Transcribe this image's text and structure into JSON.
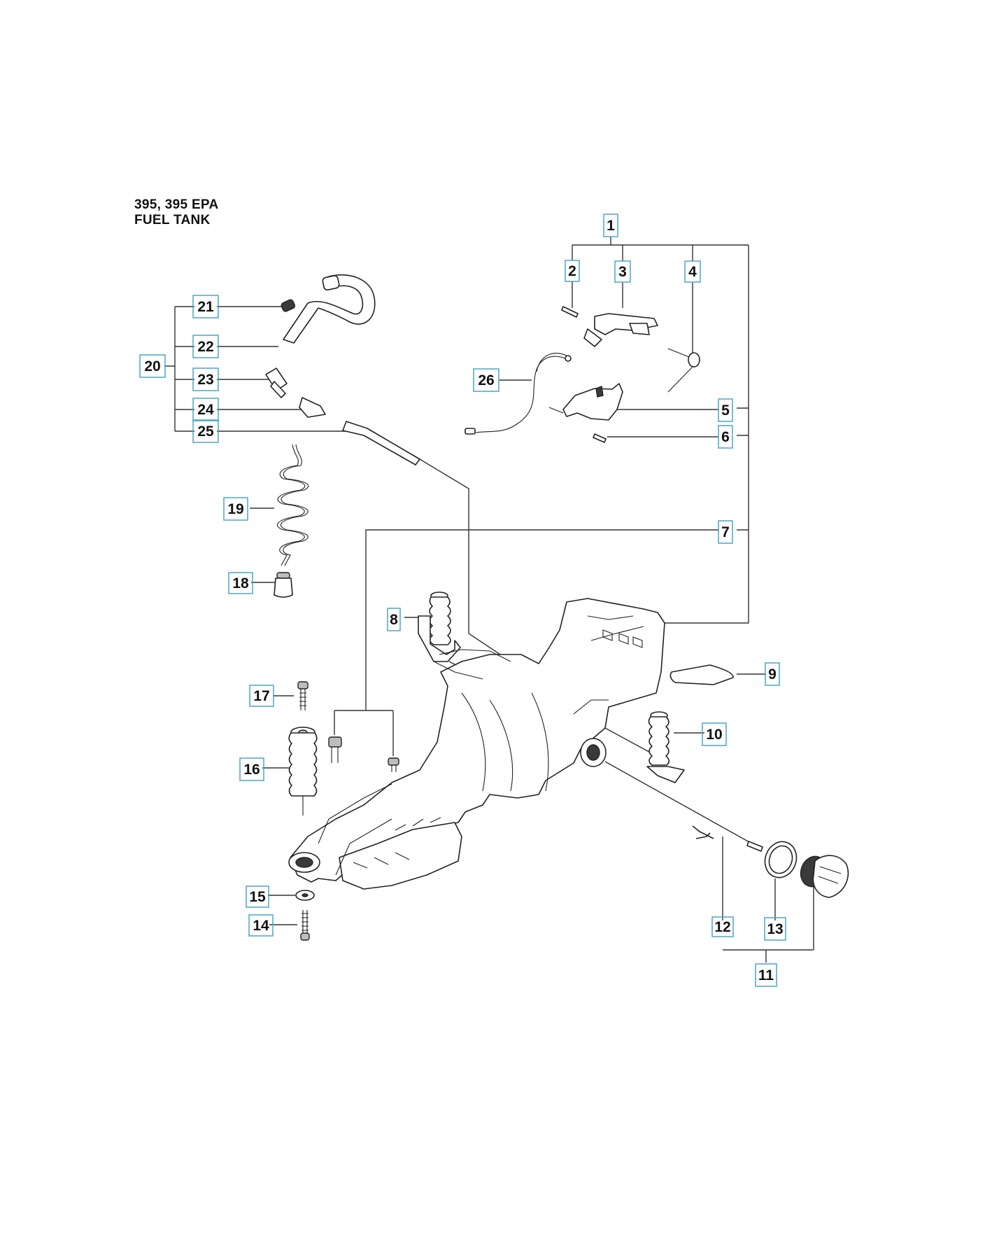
{
  "header": {
    "model": "395, 395 EPA",
    "section": "FUEL TANK"
  },
  "callouts": [
    "1",
    "2",
    "3",
    "4",
    "5",
    "6",
    "7",
    "8",
    "9",
    "10",
    "11",
    "12",
    "13",
    "14",
    "15",
    "16",
    "17",
    "18",
    "19",
    "20",
    "21",
    "22",
    "23",
    "24",
    "25",
    "26"
  ]
}
